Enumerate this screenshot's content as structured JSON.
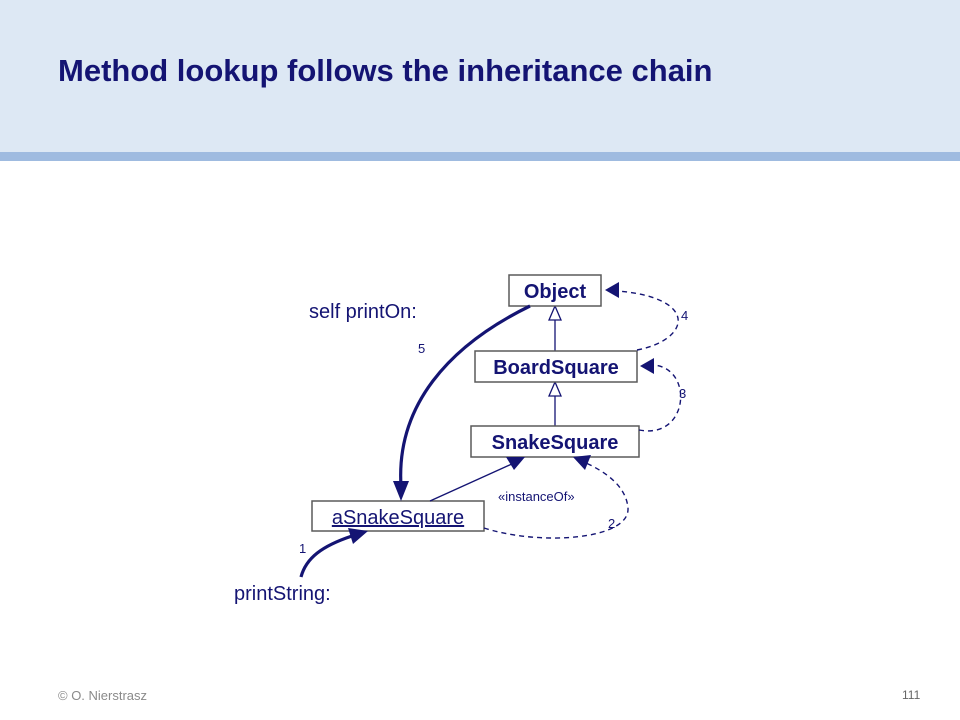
{
  "slide": {
    "title": "Method lookup follows the inheritance chain",
    "footer_left": "© O. Nierstrasz",
    "page_number": "111"
  },
  "diagram": {
    "classes": {
      "object": "Object",
      "board_square": "BoardSquare",
      "snake_square": "SnakeSquare"
    },
    "instance": "aSnakeSquare",
    "messages": {
      "print_on": "self printOn:",
      "print_string": "printString:"
    },
    "stereotype": "«instanceOf»",
    "steps": [
      "1",
      "2",
      "3",
      "4",
      "5"
    ]
  },
  "colors": {
    "title": "#141473",
    "header_background": "#dde8f4",
    "header_rule": "#9fbbe0"
  }
}
